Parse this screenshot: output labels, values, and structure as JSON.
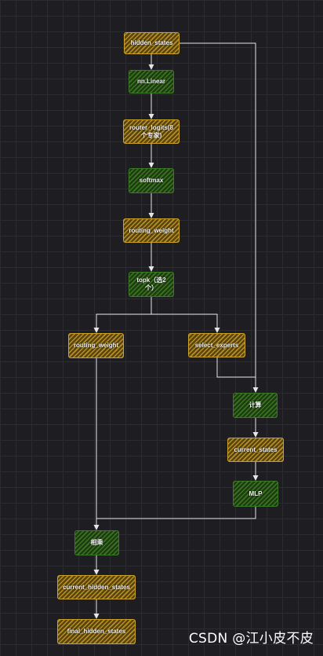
{
  "nodes": {
    "hidden_states": "hidden_states",
    "nn_linear": "nn.Linear",
    "router_logits": "router_logits(8个专家)",
    "softmax": "softmax",
    "routing_weight_top": "routing_weight",
    "topk": "topk（选2个）",
    "routing_weight_left": "routing_weight",
    "select_experts": "select_experts",
    "compute": "计算",
    "current_states": "current_states",
    "mlp": "MLP",
    "multiply": "相乘",
    "current_hidden_states": "current_hidden_states",
    "final_hidden_states": "final_hidden_states"
  },
  "colors": {
    "highlight_fill": "#d7aa28",
    "highlight_border": "#c9a227",
    "operation_fill": "#468228",
    "operation_border": "#3a7a26",
    "arrow": "#e6e6e6",
    "background": "#1e1e22"
  },
  "watermark": "CSDN @江小皮不皮"
}
